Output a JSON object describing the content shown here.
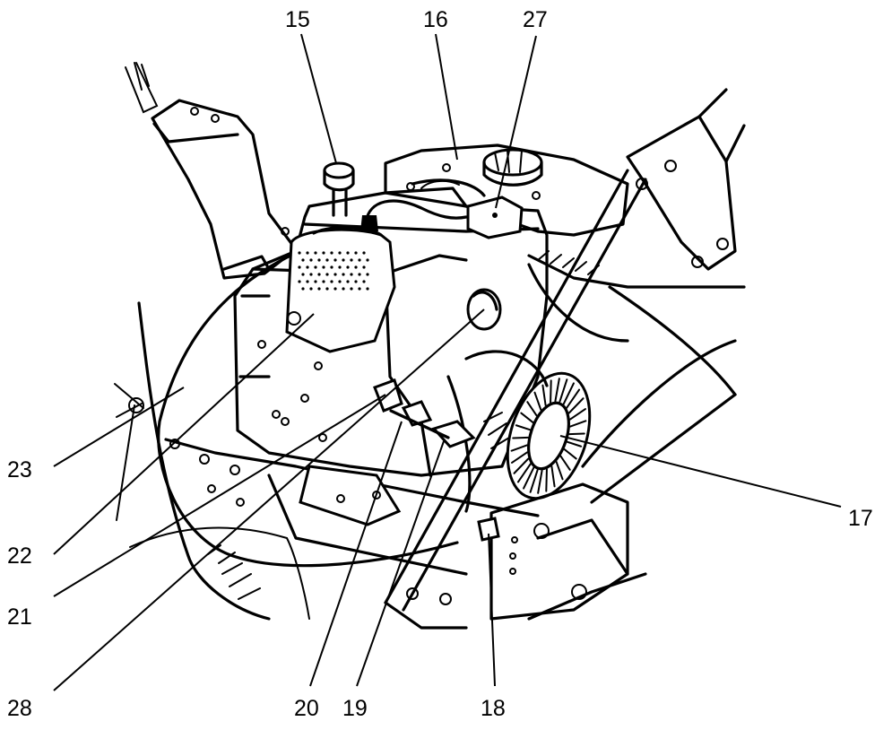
{
  "diagram": {
    "colors": {
      "ink": "#000000",
      "background": "#ffffff"
    },
    "callouts": [
      {
        "id": "c15",
        "text": "15"
      },
      {
        "id": "c16",
        "text": "16"
      },
      {
        "id": "c27",
        "text": "27"
      },
      {
        "id": "c17",
        "text": "17"
      },
      {
        "id": "c23",
        "text": "23"
      },
      {
        "id": "c22",
        "text": "22"
      },
      {
        "id": "c21",
        "text": "21"
      },
      {
        "id": "c28",
        "text": "28"
      },
      {
        "id": "c20",
        "text": "20"
      },
      {
        "id": "c19",
        "text": "19"
      },
      {
        "id": "c18",
        "text": "18"
      }
    ]
  }
}
